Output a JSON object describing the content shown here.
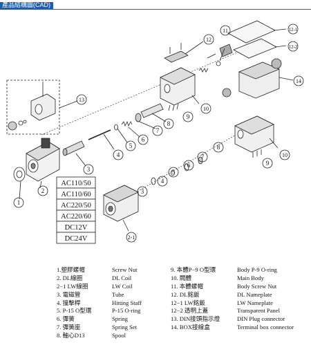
{
  "header": {
    "title": "產品結構圖(CAD)"
  },
  "callouts": {
    "c1": "1",
    "c2": "2",
    "c2_1": "2-1",
    "c3a": "3",
    "c3b": "3",
    "c4a": "4",
    "c4b": "4",
    "c5a": "5",
    "c5b": "5",
    "c6a": "6",
    "c6b": "6",
    "c7a": "7",
    "c7b": "7",
    "c8a": "8",
    "c8b": "8",
    "c9a": "9",
    "c9b": "9",
    "c10a": "10",
    "c10b": "10",
    "c11": "11",
    "c12": "12",
    "c12_1": "12-1",
    "c12_2": "12-2",
    "c13": "13",
    "c14": "14"
  },
  "voltage_table": [
    "AC110/50",
    "AC110/60",
    "AC220/50",
    "AC220/60",
    "DC12V",
    "DC24V"
  ],
  "legend": {
    "left": [
      {
        "cn": "1.塑膠螺帽",
        "en": "Screw Nut"
      },
      {
        "cn": "2. DL線圈",
        "en": "DL Coil"
      },
      {
        "cn": "2−1  LW線圈",
        "en": "LW Coil"
      },
      {
        "cn": "3. 電磁管",
        "en": "Tube"
      },
      {
        "cn": "4. 撞擊桿",
        "en": "Hitting Staff"
      },
      {
        "cn": "5. P-15  O型環",
        "en": "P-15 O-ring"
      },
      {
        "cn": "6. 彈簧",
        "en": "Spring"
      },
      {
        "cn": "7. 彈簧座",
        "en": "Spring Set"
      },
      {
        "cn": "8. 軸心D13",
        "en": "Spool"
      }
    ],
    "right": [
      {
        "cn": "9. 本體P−9  O型環",
        "en": "Body P-9 O-ring"
      },
      {
        "cn": "10. 閥體",
        "en": "Main Body"
      },
      {
        "cn": "11. 本體螺帽",
        "en": "Body Screw Nut"
      },
      {
        "cn": "12. DL銘鈑",
        "en": "DL Nameplate"
      },
      {
        "cn": "12−1  LW銘鈑",
        "en": "LW Nameplate"
      },
      {
        "cn": "12−2  透明上蓋",
        "en": "Transparent Panel"
      },
      {
        "cn": "13. DIN接頭指示燈",
        "en": "DIN Plug connector"
      },
      {
        "cn": "14. BOX接線盒",
        "en": "Terminal box connector"
      }
    ]
  },
  "colors": {
    "header_blue": "#1d5fae",
    "line": "#222222"
  }
}
